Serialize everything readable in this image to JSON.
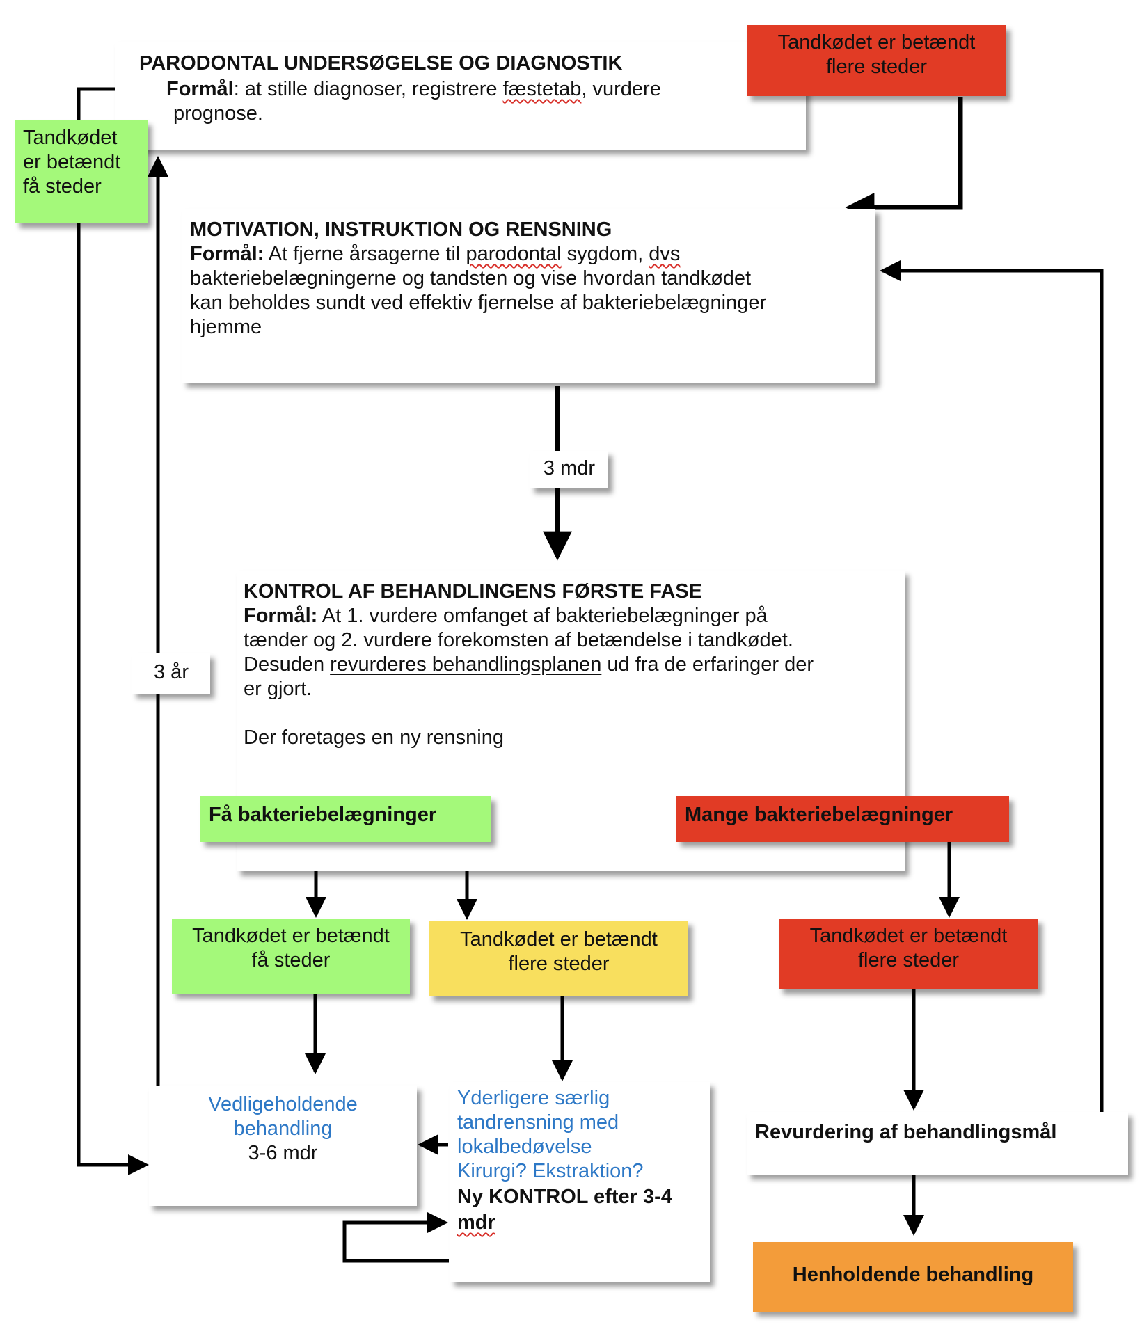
{
  "parodontal": {
    "title": "PARODONTAL UNDERSØGELSE OG DIAGNOSTIK",
    "purpose_label": "Formål",
    "purpose_a": ": at stille diagnoser, registrere ",
    "purpose_squig": "fæstetab",
    "purpose_b": ", vurdere",
    "purpose_c": "prognose."
  },
  "top_red": {
    "line1": "Tandkødet er betændt",
    "line2": "flere steder"
  },
  "left_green": {
    "line1": "Tandkødet",
    "line2": "er betændt",
    "line3": "få steder"
  },
  "motivation": {
    "title": "MOTIVATION, INSTRUKTION OG RENSNING",
    "purpose_label": "Formål:",
    "line1a": " At fjerne årsagerne til ",
    "line1_squig1": "parodontal",
    "line1b": " sygdom, ",
    "line1_squig2": "dvs",
    "line2": "bakteriebelægningerne og tandsten og vise hvordan tandkødet",
    "line3": "kan beholdes sundt ved effektiv fjernelse af bakteriebelægninger",
    "line4": "hjemme"
  },
  "label_3mdr": "3 mdr",
  "label_3aar": "3 år",
  "kontrol": {
    "title": "KONTROL  AF BEHANDLINGENS FØRSTE FASE",
    "purpose_label": "Formål:",
    "line1": " At 1. vurdere omfanget af bakteriebelægninger på",
    "line2": "tænder og 2. vurdere forekomsten af betændelse i tandkødet.",
    "line3a": "Desuden ",
    "line3_ul": "revurderes behandlingsplanen",
    "line3b": " ud fra de erfaringer der",
    "line4": "er gjort.",
    "line5": "Der foretages en ny rensning"
  },
  "few_plaque": "Få bakteriebelægninger",
  "many_plaque": "Mange bakteriebelægninger",
  "mid_green": {
    "line1": "Tandkødet er betændt",
    "line2": "få steder"
  },
  "mid_yellow": {
    "line1": "Tandkødet er betændt",
    "line2": "flere steder"
  },
  "mid_red": {
    "line1": "Tandkødet er betændt",
    "line2": "flere steder"
  },
  "maintenance": {
    "line1": "Vedligeholdende",
    "line2": "behandling",
    "line3": "3-6 mdr"
  },
  "further": {
    "line1": "Yderligere særlig",
    "line2": "tandrensning med",
    "line3": "lokalbedøvelse",
    "line4": "Kirurgi? Ekstraktion?",
    "line5": "Ny KONTROL efter 3-4",
    "line6": "mdr"
  },
  "revurdering": "Revurdering af behandlingsmål",
  "henholdende": "Henholdende behandling",
  "colors": {
    "green": "#a4f97a",
    "yellow": "#f8df5e",
    "red": "#e13b25",
    "orange": "#f39c3a",
    "blue_text": "#2d78c6"
  }
}
